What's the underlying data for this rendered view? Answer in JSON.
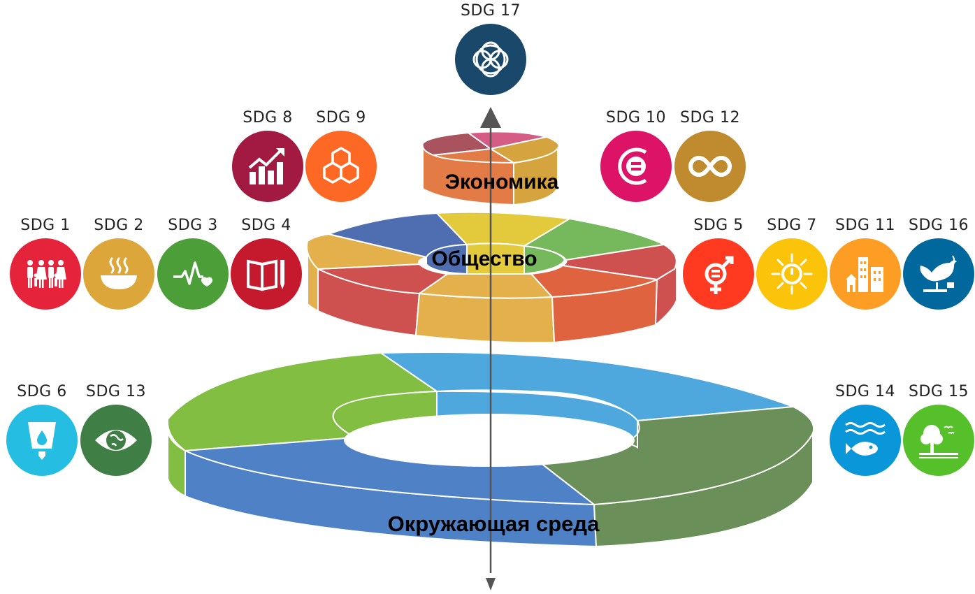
{
  "layers": {
    "economy": "Экономика",
    "society": "Общество",
    "environment": "Окружающая среда"
  },
  "goals": [
    {
      "id": "sdg1",
      "label": "SDG 1",
      "color": "#E5243B",
      "icon": "people-icon"
    },
    {
      "id": "sdg2",
      "label": "SDG 2",
      "color": "#DDA63A",
      "icon": "bowl-icon"
    },
    {
      "id": "sdg3",
      "label": "SDG 3",
      "color": "#4C9F38",
      "icon": "heartbeat-icon"
    },
    {
      "id": "sdg4",
      "label": "SDG 4",
      "color": "#C5192D",
      "icon": "book-icon"
    },
    {
      "id": "sdg5",
      "label": "SDG 5",
      "color": "#FF3A21",
      "icon": "gender-icon"
    },
    {
      "id": "sdg6",
      "label": "SDG 6",
      "color": "#26BDE2",
      "icon": "water-icon"
    },
    {
      "id": "sdg7",
      "label": "SDG 7",
      "color": "#FCC30B",
      "icon": "sun-power-icon"
    },
    {
      "id": "sdg8",
      "label": "SDG 8",
      "color": "#A21942",
      "icon": "growth-chart-icon"
    },
    {
      "id": "sdg9",
      "label": "SDG 9",
      "color": "#FD6925",
      "icon": "cubes-icon"
    },
    {
      "id": "sdg10",
      "label": "SDG 10",
      "color": "#DD1367",
      "icon": "equality-icon"
    },
    {
      "id": "sdg11",
      "label": "SDG 11",
      "color": "#FD9D24",
      "icon": "city-icon"
    },
    {
      "id": "sdg12",
      "label": "SDG 12",
      "color": "#BF8B2E",
      "icon": "infinity-icon"
    },
    {
      "id": "sdg13",
      "label": "SDG 13",
      "color": "#3F7E44",
      "icon": "eye-globe-icon"
    },
    {
      "id": "sdg14",
      "label": "SDG 14",
      "color": "#0A97D9",
      "icon": "fish-icon"
    },
    {
      "id": "sdg15",
      "label": "SDG 15",
      "color": "#56C02B",
      "icon": "tree-icon"
    },
    {
      "id": "sdg16",
      "label": "SDG 16",
      "color": "#00689D",
      "icon": "dove-gavel-icon"
    },
    {
      "id": "sdg17",
      "label": "SDG 17",
      "color": "#19486A",
      "icon": "flower-rings-icon"
    }
  ],
  "colors": {
    "env_light_blue": "#4EA8DE",
    "env_green": "#82BE42",
    "env_dark_green": "#6A8F58",
    "env_blue": "#4F81C6",
    "soc_red": "#CE5150",
    "soc_orange": "#E0633F",
    "soc_gold": "#E3B04B",
    "soc_yellow": "#E3C93C",
    "soc_navy": "#4F6DB1",
    "soc_green": "#76B95C",
    "eco_pink": "#D55D85",
    "eco_gold": "#D5A43E",
    "eco_orange": "#E37B47",
    "eco_maroon": "#A8535E",
    "axis": "#555555"
  }
}
